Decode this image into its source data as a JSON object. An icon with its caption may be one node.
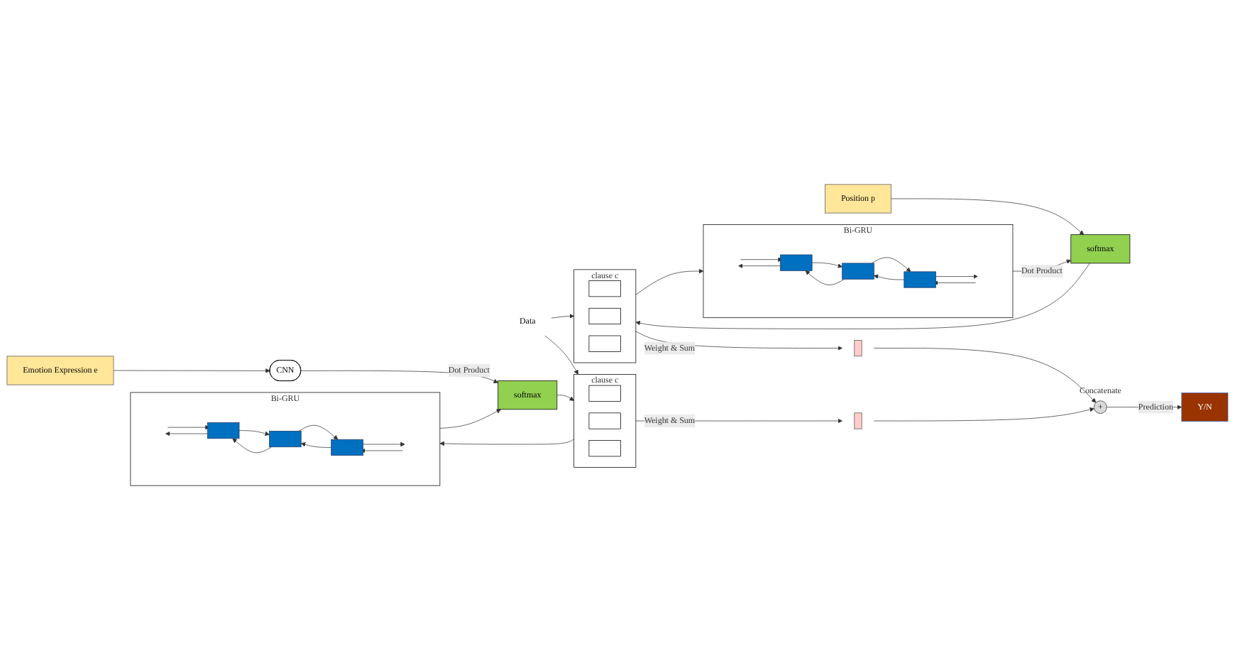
{
  "diagram": {
    "nodes": [
      {
        "text": [
          "softmax"
        ]
      },
      {
        "text": [
          "Bi-GRU"
        ]
      },
      {
        "text": [],
        "shape": "box",
        "in": 1
      },
      {
        "text": [],
        "shape": "box",
        "in": 1
      },
      {
        "text": [],
        "shape": "box",
        "in": 1
      },
      {
        "text": [
          "Position p"
        ]
      },
      {
        "text": [
          "clause c"
        ]
      },
      {
        "text": [],
        "shape": "box",
        "in": 6
      },
      {
        "text": [],
        "shape": "box",
        "in": 6
      },
      {
        "text": [],
        "shape": "box",
        "in": 6
      },
      {
        "text": [],
        "shape": "bar"
      },
      {
        "text": [
          "+"
        ],
        "beside": [
          "Concatenate"
        ]
      },
      {
        "text": [
          "Y/N"
        ]
      },
      {
        "text": [],
        "shape": "bar"
      },
      {
        "text": [
          "clause c"
        ]
      },
      {
        "text": [],
        "shape": "box",
        "in": 14
      },
      {
        "text": [],
        "shape": "box",
        "in": 14
      },
      {
        "text": [],
        "shape": "box",
        "in": 14
      },
      {
        "text": [
          "Emotion Expression e"
        ]
      },
      {
        "text": [
          "CNN"
        ]
      },
      {
        "text": [
          "Bi-GRU"
        ]
      },
      {
        "text": [],
        "shape": "box",
        "in": 20
      },
      {
        "text": [],
        "shape": "box",
        "in": 20
      },
      {
        "text": [],
        "shape": "box",
        "in": 20
      },
      {
        "text": [
          "softmax"
        ]
      },
      {
        "text": [
          "Data"
        ]
      }
    ],
    "edges": [
      {
        "from": 1,
        "to": 0,
        "arrow": "to",
        "label": "Dot Product"
      },
      {
        "from": 5,
        "to": 0,
        "arrow": "to"
      },
      {
        "from": 0,
        "to": 6,
        "arrow": "to"
      },
      {
        "from": 6,
        "to": 1,
        "arrow": "to"
      },
      {
        "from": 6,
        "to": 10,
        "arrow": "to",
        "label": "Weight & Sum"
      },
      {
        "from": 10,
        "to": 11,
        "arrow": "to"
      },
      {
        "from": 13,
        "to": 11,
        "arrow": "to"
      },
      {
        "from": 14,
        "to": 13,
        "arrow": "to",
        "label": "Weight & Sum"
      },
      {
        "from": 11,
        "to": 12,
        "arrow": "to",
        "label": "Prediction"
      },
      {
        "from": 25,
        "to": 6,
        "arrow": "to"
      },
      {
        "from": 25,
        "to": 14,
        "arrow": "to"
      },
      {
        "from": 14,
        "to": 20,
        "arrow": "to"
      },
      {
        "from": 20,
        "to": 24,
        "arrow": "to"
      },
      {
        "from": 19,
        "to": 24,
        "arrow": "to",
        "label": "Dot Product"
      },
      {
        "from": 18,
        "to": 19,
        "arrow": "to"
      },
      {
        "from": 24,
        "to": 14,
        "arrow": "to"
      },
      {
        "from": null,
        "to": 2,
        "arrow": "to"
      },
      {
        "from": 2,
        "to": null,
        "arrow": "to"
      },
      {
        "from": 2,
        "to": 3,
        "arrow": "to"
      },
      {
        "from": 3,
        "to": 2,
        "arrow": "to"
      },
      {
        "from": 3,
        "to": 4,
        "arrow": "to"
      },
      {
        "from": 4,
        "to": 3,
        "arrow": "to"
      },
      {
        "from": 4,
        "to": null,
        "arrow": "to"
      },
      {
        "from": null,
        "to": 4,
        "arrow": "to"
      },
      {
        "from": null,
        "to": 21,
        "arrow": "to"
      },
      {
        "from": 21,
        "to": null,
        "arrow": "to"
      },
      {
        "from": 21,
        "to": 22,
        "arrow": "to"
      },
      {
        "from": 22,
        "to": 21,
        "arrow": "to"
      },
      {
        "from": 22,
        "to": 23,
        "arrow": "to"
      },
      {
        "from": 23,
        "to": 22,
        "arrow": "to"
      },
      {
        "from": 23,
        "to": null,
        "arrow": "to"
      },
      {
        "from": null,
        "to": 23,
        "arrow": "to"
      }
    ]
  }
}
